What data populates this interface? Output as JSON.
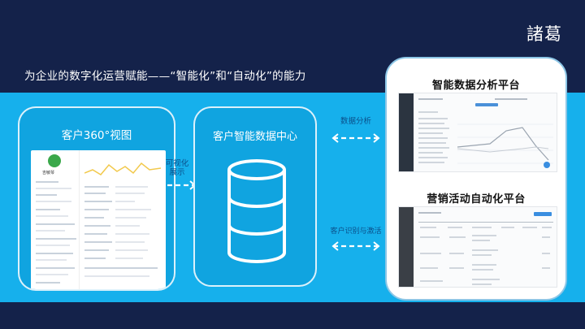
{
  "brand": {
    "logo_text": "諸葛"
  },
  "headline": "为企业的数字化运营赋能——“智能化”和“自动化”的能力",
  "customer360": {
    "title": "客户360°视图",
    "name": "吉敏琴",
    "icons": {
      "avatar": "user-avatar-icon"
    }
  },
  "data_center": {
    "title": "客户智能数据中心",
    "icon": "database-icon"
  },
  "flows": {
    "left_label": "可视化\n展示",
    "top_right_label": "数据分析",
    "bottom_right_label": "客户识别与激活"
  },
  "right_panel": {
    "analytics_title": "智能数据分析平台",
    "marketing_title": "营销活动自动化平台"
  },
  "colors": {
    "background": "#14224a",
    "band": "#16b0ec",
    "panel": "#ffffff"
  }
}
